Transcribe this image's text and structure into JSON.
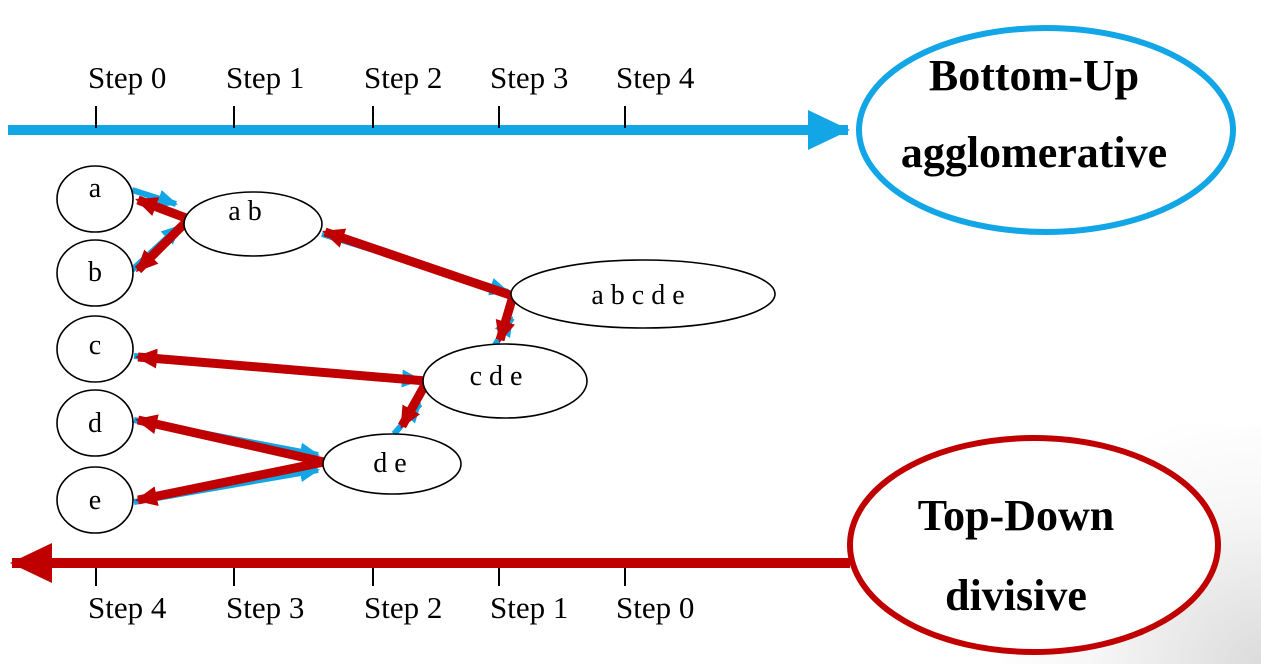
{
  "colors": {
    "bottom_up": "#12a6e6",
    "top_down": "#c00000",
    "node_stroke": "#000000",
    "text": "#000000"
  },
  "top_axis": {
    "steps": [
      "Step 0",
      "Step 1",
      "Step 2",
      "Step 3",
      "Step 4"
    ]
  },
  "bottom_axis": {
    "steps": [
      "Step 4",
      "Step 3",
      "Step 2",
      "Step 1",
      "Step 0"
    ]
  },
  "bottom_up_banner": {
    "line1": "Bottom-Up",
    "line2": "agglomerative"
  },
  "top_down_banner": {
    "line1": "Top-Down",
    "line2": "divisive"
  },
  "nodes": {
    "a": "a",
    "b": "b",
    "c": "c",
    "d": "d",
    "e": "e",
    "ab": "a b",
    "de": "d e",
    "cde": "c d e",
    "abcde": "a b c d e"
  }
}
